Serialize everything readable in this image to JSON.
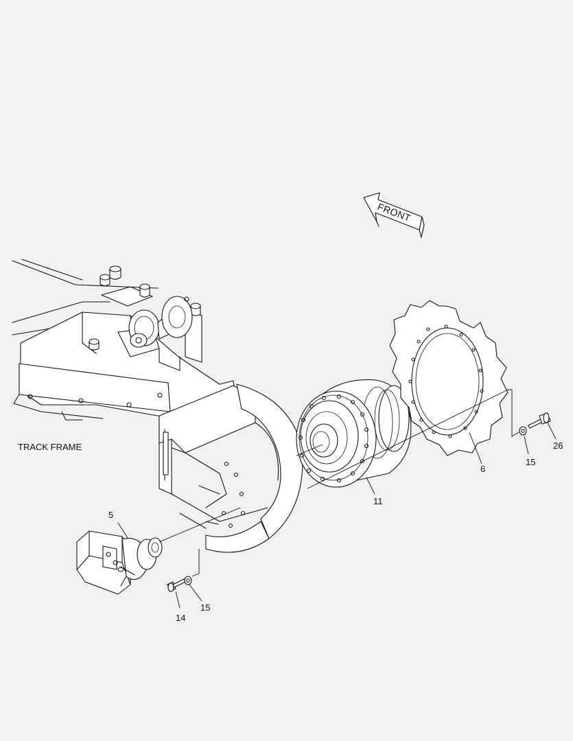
{
  "diagram": {
    "direction_label": "FRONT",
    "frame_label": "TRACK FRAME",
    "callouts": [
      {
        "id": "c5",
        "label": "5"
      },
      {
        "id": "c6",
        "label": "6"
      },
      {
        "id": "c11",
        "label": "11"
      },
      {
        "id": "c14",
        "label": "14"
      },
      {
        "id": "c15a",
        "label": "15"
      },
      {
        "id": "c15b",
        "label": "15"
      },
      {
        "id": "c26",
        "label": "26"
      }
    ]
  }
}
